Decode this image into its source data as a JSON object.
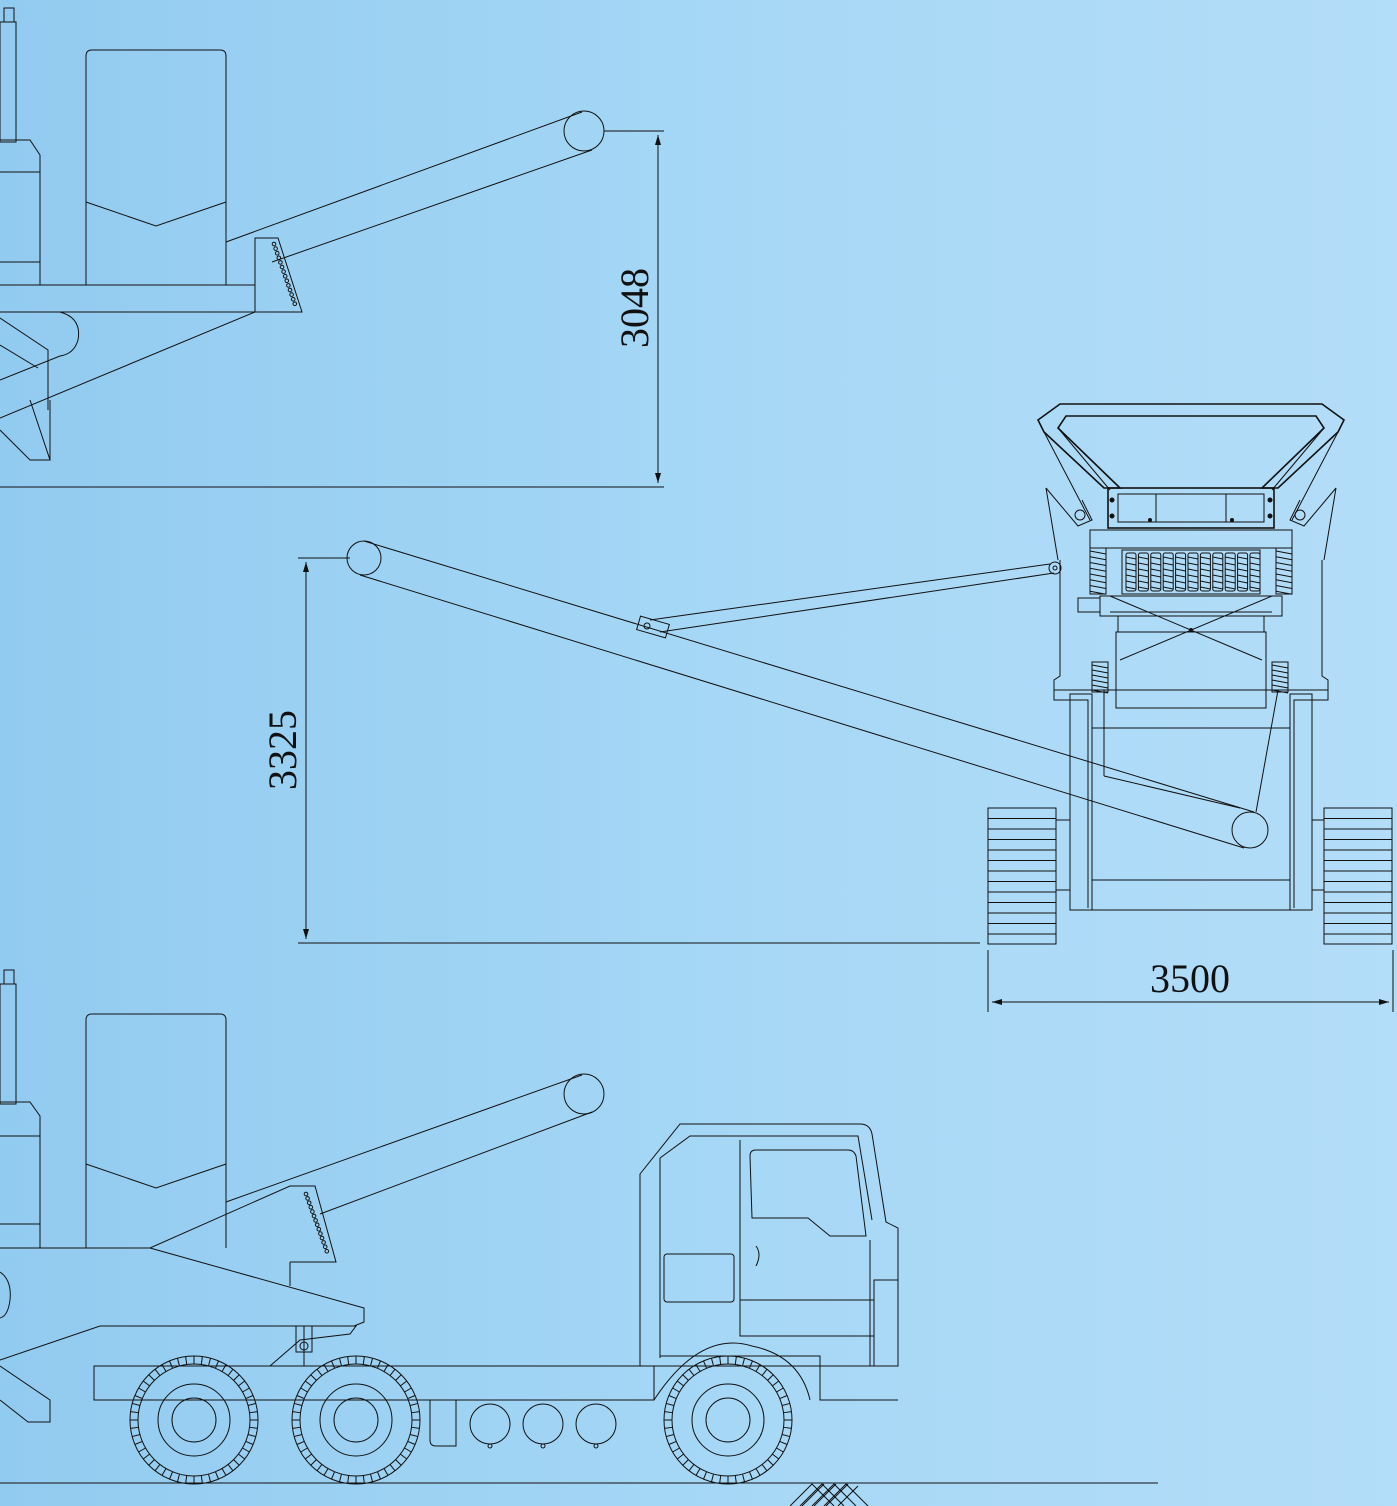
{
  "colors": {
    "background_left": "#92cbf0",
    "background_right": "#b3ddf8",
    "line": "#111111"
  },
  "dimensions": {
    "side_view_height": "3048",
    "front_view_height": "3325",
    "front_view_width": "3500"
  }
}
